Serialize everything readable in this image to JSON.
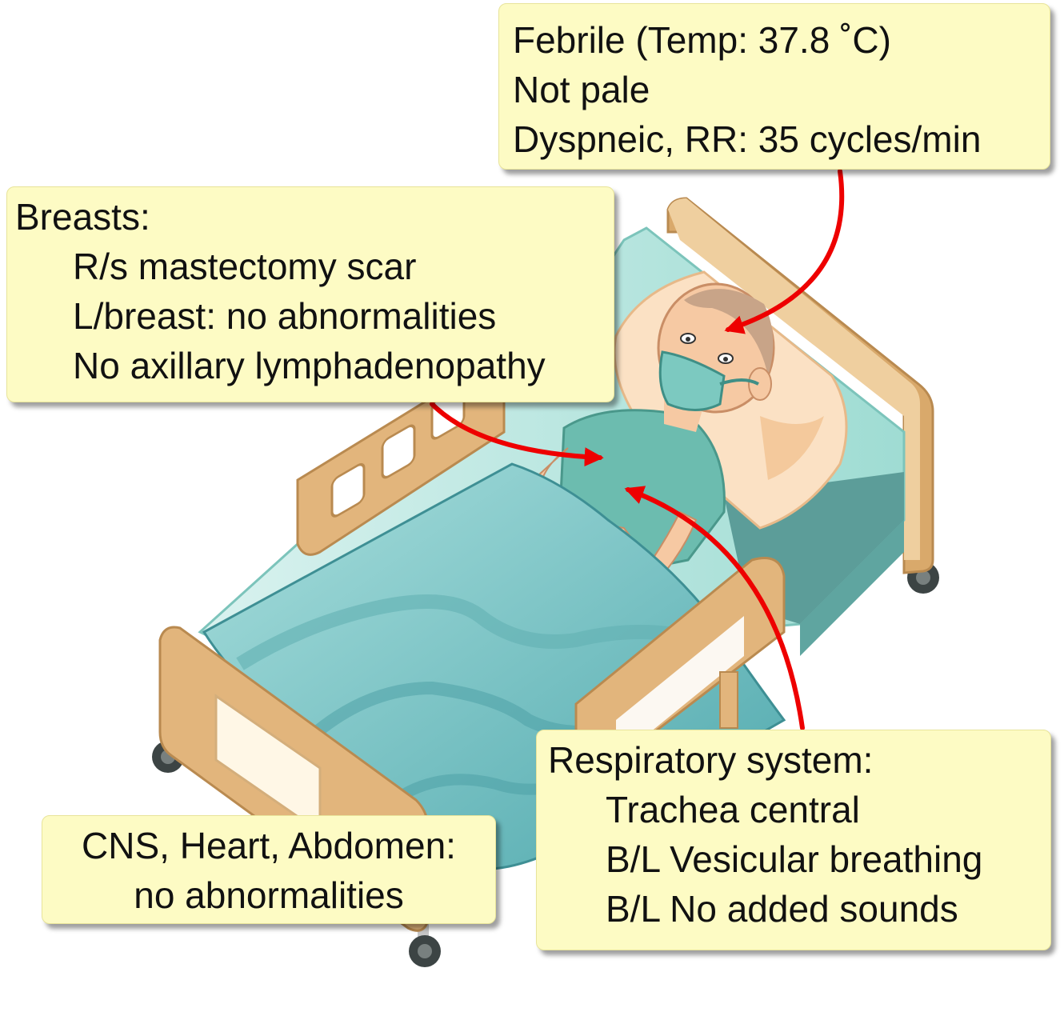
{
  "vitals": {
    "lines": [
      "Febrile (Temp: 37.8 ˚C)",
      "Not pale",
      "Dyspneic, RR: 35 cycles/min"
    ]
  },
  "breasts": {
    "heading": "Breasts:",
    "items": [
      "R/s mastectomy scar",
      "L/breast: no abnormalities",
      "No axillary lymphadenopathy"
    ]
  },
  "respiratory": {
    "heading": "Respiratory system:",
    "items": [
      "Trachea central",
      "B/L Vesicular breathing",
      "B/L No added sounds"
    ]
  },
  "cns": {
    "lines": [
      "CNS, Heart, Abdomen:",
      "no abnormalities"
    ]
  },
  "colors": {
    "callout_bg": "#fdfbc4",
    "arrow": "#ee0000",
    "bed_wood": "#e2b57c",
    "sheet": "#7ec9c8",
    "gown": "#6cbcaf",
    "skin": "#f6c9a3"
  },
  "icons": [
    "hospital-bed",
    "patient",
    "face-mask",
    "pillow",
    "bed-wheel"
  ]
}
